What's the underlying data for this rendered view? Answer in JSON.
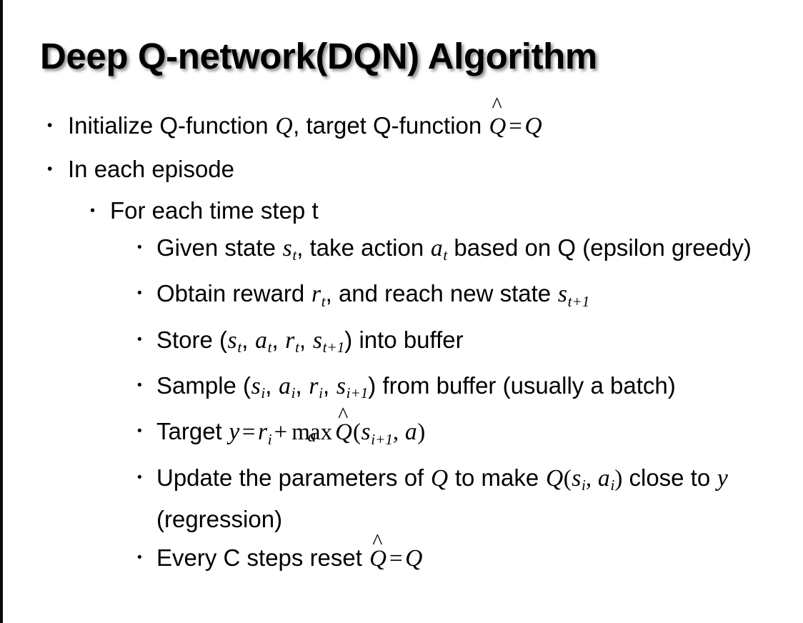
{
  "slide": {
    "title": "Deep Q-network(DQN) Algorithm",
    "background_color": "#ffffff",
    "text_color": "#000000",
    "edge_strip_color": "#0a0a0a"
  },
  "bullets": {
    "initialize": {
      "pre": "Initialize Q-function ",
      "var_q": "Q",
      "mid": ", target Q-function ",
      "qhat": "Q",
      "hat": "^",
      "equals": "=",
      "post_q": "Q"
    },
    "in_each_episode": "In each episode",
    "for_each_time_step": "For each time step t",
    "given_state": {
      "pre": "Given state ",
      "var_s": "s",
      "sub_t": "t",
      "mid": ", take action ",
      "var_a": "a",
      "sub_t2": "t",
      "post": " based on Q (epsilon greedy)"
    },
    "obtain_reward": {
      "pre": "Obtain reward ",
      "var_r": "r",
      "sub_t": "t",
      "mid": ", and reach new state ",
      "var_s": "s",
      "sub_t1": "t+1"
    },
    "store": {
      "pre": "Store (",
      "var_s": "s",
      "sub_t": "t",
      "c1": ", ",
      "var_a": "a",
      "sub_t2": "t",
      "c2": ", ",
      "var_r": "r",
      "sub_t3": "t",
      "c3": ", ",
      "var_s2": "s",
      "sub_t4": "t+1",
      "post": ") into buffer"
    },
    "sample": {
      "pre": "Sample (",
      "var_s": "s",
      "sub_i": "i",
      "c1": ", ",
      "var_a": "a",
      "sub_i2": "i",
      "c2": ", ",
      "var_r": "r",
      "sub_i3": "i",
      "c3": ", ",
      "var_s2": "s",
      "sub_i1": "i+1",
      "post": ") from buffer (usually a batch)"
    },
    "target": {
      "pre": "Target ",
      "var_y": "y",
      "equals": "=",
      "var_r": "r",
      "sub_i": "i",
      "plus": "+",
      "op_max": "max",
      "op_limit": "a",
      "qhat": "Q",
      "hat": "^",
      "paren_open": "(",
      "var_s": "s",
      "sub_i1": "i+1",
      "comma": ", ",
      "var_a": "a",
      "paren_close": ")"
    },
    "update": {
      "pre": "Update the parameters of ",
      "var_q": "Q",
      "mid": " to make ",
      "var_q2": "Q",
      "paren_open": "(",
      "var_s": "s",
      "sub_i": "i",
      "comma": ", ",
      "var_a": "a",
      "sub_i2": "i",
      "paren_close": ")",
      "post": " close to ",
      "var_y": "y",
      "tail": " (regression)"
    },
    "reset": {
      "pre": "Every C steps reset ",
      "qhat": "Q",
      "hat": "^",
      "equals": "=",
      "post_q": "Q"
    }
  },
  "icons": {
    "bullet_glyph": "•"
  }
}
